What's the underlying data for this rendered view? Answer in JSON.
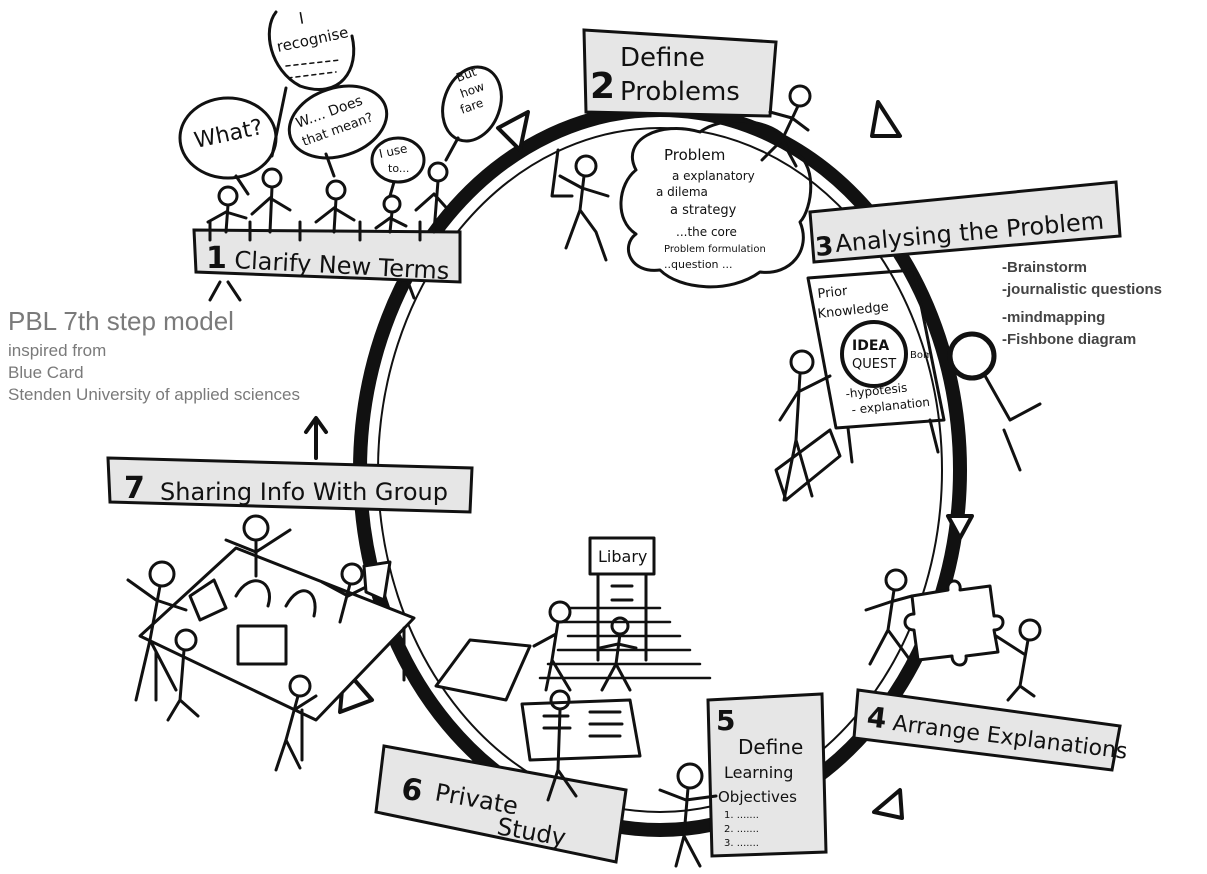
{
  "title": {
    "main": "PBL 7th step model",
    "lines": [
      "inspired from",
      "Blue Card",
      "Stenden University of applied sciences"
    ]
  },
  "steps": [
    {
      "num": "1",
      "label": "Clarify New Terms"
    },
    {
      "num": "2",
      "label_line1": "Define",
      "label_line2": "Problems"
    },
    {
      "num": "3",
      "label": "Analysing the Problem"
    },
    {
      "num": "4",
      "label": "Arrange Explanations"
    },
    {
      "num": "5",
      "lines": [
        "Define",
        "Learning",
        "Objectives"
      ],
      "list": [
        "1. .......",
        "2. .......",
        "3. ......."
      ]
    },
    {
      "num": "6",
      "label_line1": "Private",
      "label_line2": "Study"
    },
    {
      "num": "7",
      "label": "Sharing Info With Group"
    }
  ],
  "speech_bubbles": {
    "what": "What?",
    "recognise_1": "I",
    "recognise_2": "recognise",
    "does_1": "W.... Does",
    "does_2": "that mean?",
    "use_1": "I use",
    "use_2": "to...",
    "but_1": "But",
    "but_2": "how",
    "but_3": "fare"
  },
  "problem_cloud": [
    "Problem",
    "a explanatory",
    "a dilema",
    "a strategy",
    "...the core",
    "Problem formulation",
    "..question ..."
  ],
  "analysis_methods": [
    "-Brainstorm",
    "-journalistic questions",
    "-mindmapping",
    "-Fishbone diagram"
  ],
  "board": {
    "header_1": "Prior",
    "header_2": "Knowledge",
    "idea_1": "IDEA",
    "idea_2": "QUEST",
    "bom": "Bom",
    "hyp_1": "-hypotesis",
    "hyp_2": "- explanation"
  },
  "library_sign": "Libary"
}
